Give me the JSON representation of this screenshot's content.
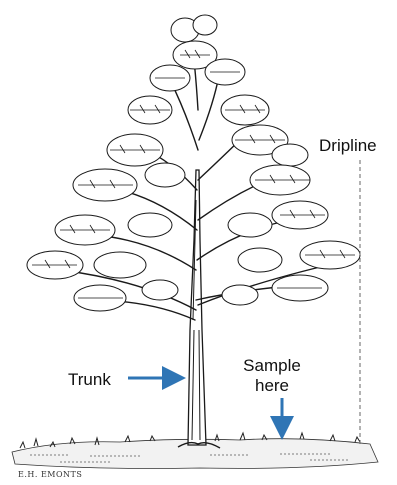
{
  "labels": {
    "dripline": "Dripline",
    "trunk": "Trunk",
    "sample_line1": "Sample",
    "sample_line2": "here"
  },
  "illustration": {
    "signature": "E.H. EMONTS"
  },
  "colors": {
    "arrow": "#2f75b5",
    "ink": "#1a1a1a",
    "dripline": "#666666"
  }
}
